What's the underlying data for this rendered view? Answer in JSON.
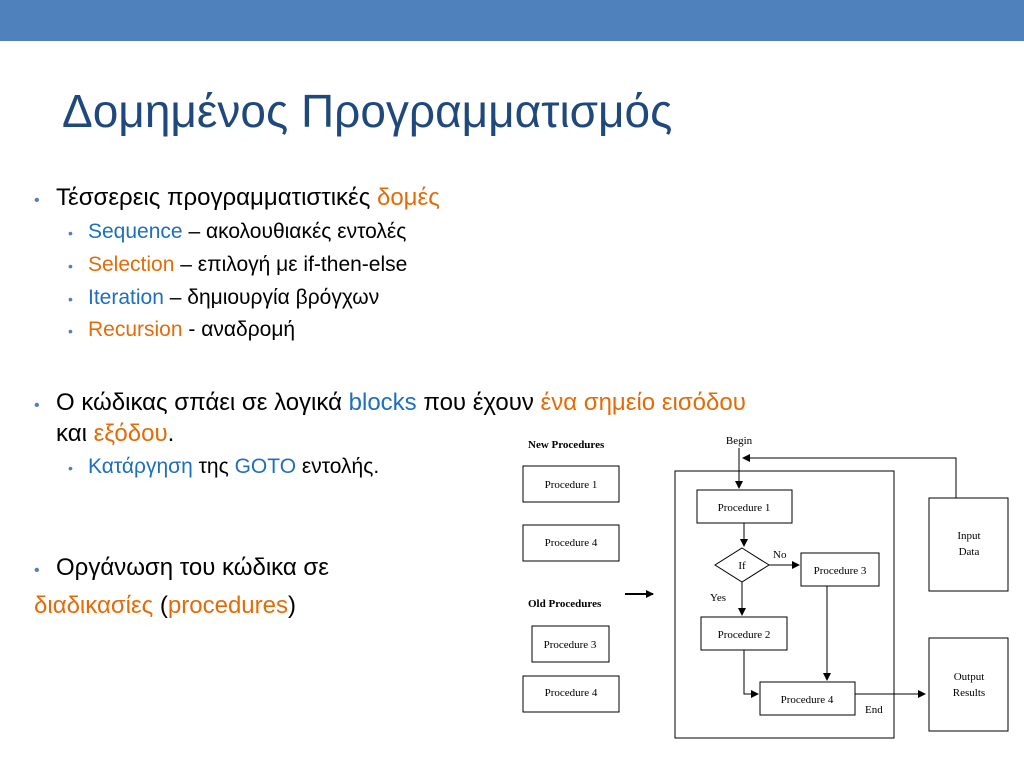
{
  "slide": {
    "title": "Δομημένος Προγραμματισμός",
    "bullet_char": "•",
    "b1": {
      "text": "Τέσσερεις προγραμματιστικές",
      "highlight": "δομές"
    },
    "b1_sub": [
      {
        "term": "Sequence",
        "rest": "– ακολουθιακές εντολές"
      },
      {
        "term": "Selection",
        "rest": "– επιλογή με if-then-else"
      },
      {
        "term": "Iteration",
        "rest": "– δημιουργία βρόγχων"
      },
      {
        "term": "Recursion",
        "rest": "- αναδρομή"
      }
    ],
    "b2": {
      "part1": "Ο κώδικας σπάει σε λογικά",
      "blocks": "blocks",
      "part2": "που έχουν",
      "entry": "ένα σημείο εισόδου",
      "and": "και",
      "exit": "εξόδου",
      "dot": "."
    },
    "b2_sub": {
      "t1": "Κατάργηση",
      "t2": "της",
      "t3": "GOTO",
      "t4": "εντολής."
    },
    "b3": {
      "line1": "Οργάνωση του κώδικα σε",
      "term1": "διαδικασίες",
      "open": "(",
      "term2": "procedures",
      "close": ")"
    }
  },
  "diagram": {
    "new_title": "New Procedures",
    "old_title": "Old Procedures",
    "new_boxes": [
      "Procedure 1",
      "Procedure 4"
    ],
    "old_boxes": [
      "Procedure 3",
      "Procedure 4"
    ],
    "begin": "Begin",
    "flow_p1": "Procedure 1",
    "if": "If",
    "no": "No",
    "yes": "Yes",
    "flow_p3": "Procedure 3",
    "flow_p2": "Procedure 2",
    "flow_p4": "Procedure 4",
    "end": "End",
    "input": [
      "Input",
      "Data"
    ],
    "output": [
      "Output",
      "Results"
    ]
  },
  "colors": {
    "bar": "#4f81bd",
    "title": "#1f497d",
    "blue": "#1f6fbf",
    "orange": "#e36c09"
  }
}
